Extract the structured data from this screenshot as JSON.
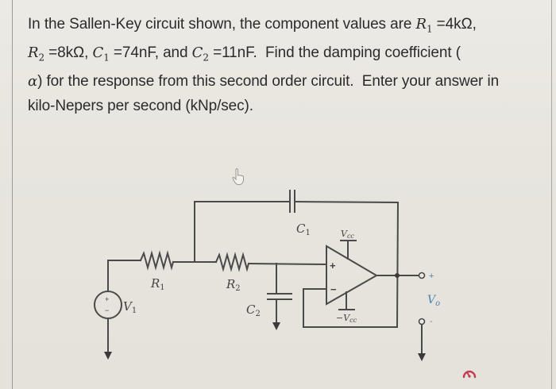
{
  "question": {
    "line1_text": "In the Sallen-Key circuit shown, the component values are ",
    "line1_math_var": "R",
    "line1_math_sub": "1",
    "line1_math_val": " =4kΩ,",
    "line2_r2_var": "R",
    "line2_r2_sub": "2",
    "line2_r2_val": " =8kΩ, ",
    "line2_c1_var": "C",
    "line2_c1_sub": "1",
    "line2_c1_val": " =74nF, and ",
    "line2_c2_var": "C",
    "line2_c2_sub": "2",
    "line2_c2_val": " =11nF.",
    "line2_tail": "  Find the damping coefficient (",
    "line3_alpha": "α",
    "line3_text": ") for the response from this second order circuit.  Enter your answer in",
    "line4_text": "kilo-Nepers per second (kNp/sec)."
  },
  "component_values": {
    "R1": "4kΩ",
    "R2": "8kΩ",
    "C1": "74nF",
    "C2": "11nF",
    "answer_unit": "kNp/sec"
  },
  "circuit": {
    "labels": {
      "r1": "R",
      "r1_sub": "1",
      "r2": "R",
      "r2_sub": "2",
      "c1": "C",
      "c1_sub": "1",
      "c2": "C",
      "c2_sub": "2",
      "v1": "V",
      "v1_sub": "1",
      "vcc": "V",
      "vcc_sub": "cc",
      "neg_vcc": "−V",
      "neg_vcc_sub": "cc",
      "vo": "V",
      "vo_sub": "o",
      "plus": "+",
      "minus": "−",
      "out_plus": "+",
      "out_minus": "-",
      "src_plus": "+",
      "src_minus": "−"
    },
    "colors": {
      "wire": "#4a4a4a",
      "output_label": "#4a82b8"
    }
  },
  "icons": {
    "cursor": "hand-pointer-icon",
    "gauge": "speedometer-icon"
  }
}
